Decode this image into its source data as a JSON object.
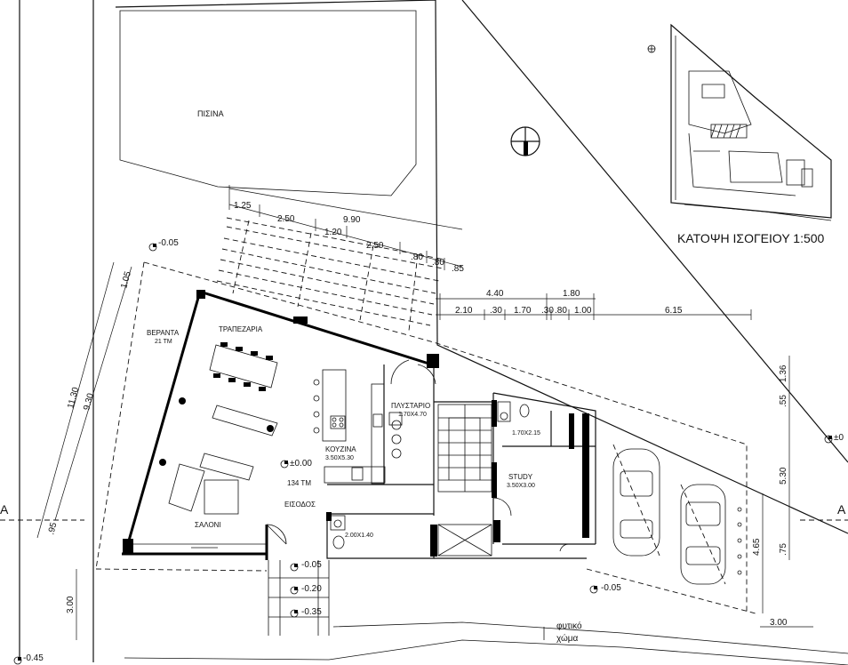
{
  "site_plan": {
    "title": "ΚΑΤΟΨΗ ΙΣΟΓΕΙΟΥ 1:500"
  },
  "rooms": {
    "pool": "ΠΙΣΙΝΑ",
    "veranda": "ΒΕΡΑΝΤΑ",
    "veranda_area": "21 ΤΜ",
    "dining": "ΤΡΑΠΕΖΑΡΙΑ",
    "kitchen": "ΚΟΥΖΙΝΑ",
    "kitchen_dims": "3.50X5.30",
    "laundry": "ΠΛΥΣΤΑΡΙΟ",
    "laundry_dims": "1.70X4.70",
    "wc_dims": "1.70X2.15",
    "study": "STUDY",
    "study_dims": "3.50X3.00",
    "living": "ΣΑΛΟΝΙ",
    "entrance": "ΕΙΣΟΔΟΣ",
    "guest_wc_dims": "2.00X1.40",
    "floor_level": "±0.00",
    "floor_area": "134 ΤΜ",
    "soil": "φυτικό",
    "soil_2": "χώμα"
  },
  "levels": [
    "-0.05",
    "-0.05",
    "-0.20",
    "-0.35",
    "-0.05",
    "-0.45",
    "±0"
  ],
  "dimensions": {
    "pergola_top": [
      "1.25",
      "2.50",
      "9.90",
      "1.20",
      "2.50",
      ".80",
      ".80",
      ".85"
    ],
    "right_row1": [
      "4.40",
      "1.80"
    ],
    "right_row2": [
      "2.10",
      ".30",
      "1.70",
      ".30",
      ".80",
      "1.00",
      "6.15"
    ],
    "left": [
      "1.05",
      "11.30",
      "9.30",
      ".95"
    ],
    "bottom_left": "3.00",
    "right_side": [
      "1.36",
      ".55",
      "5.30",
      "4.65",
      ".75"
    ],
    "bottom_right": "3.00"
  },
  "section_marks": [
    "A",
    "A"
  ]
}
